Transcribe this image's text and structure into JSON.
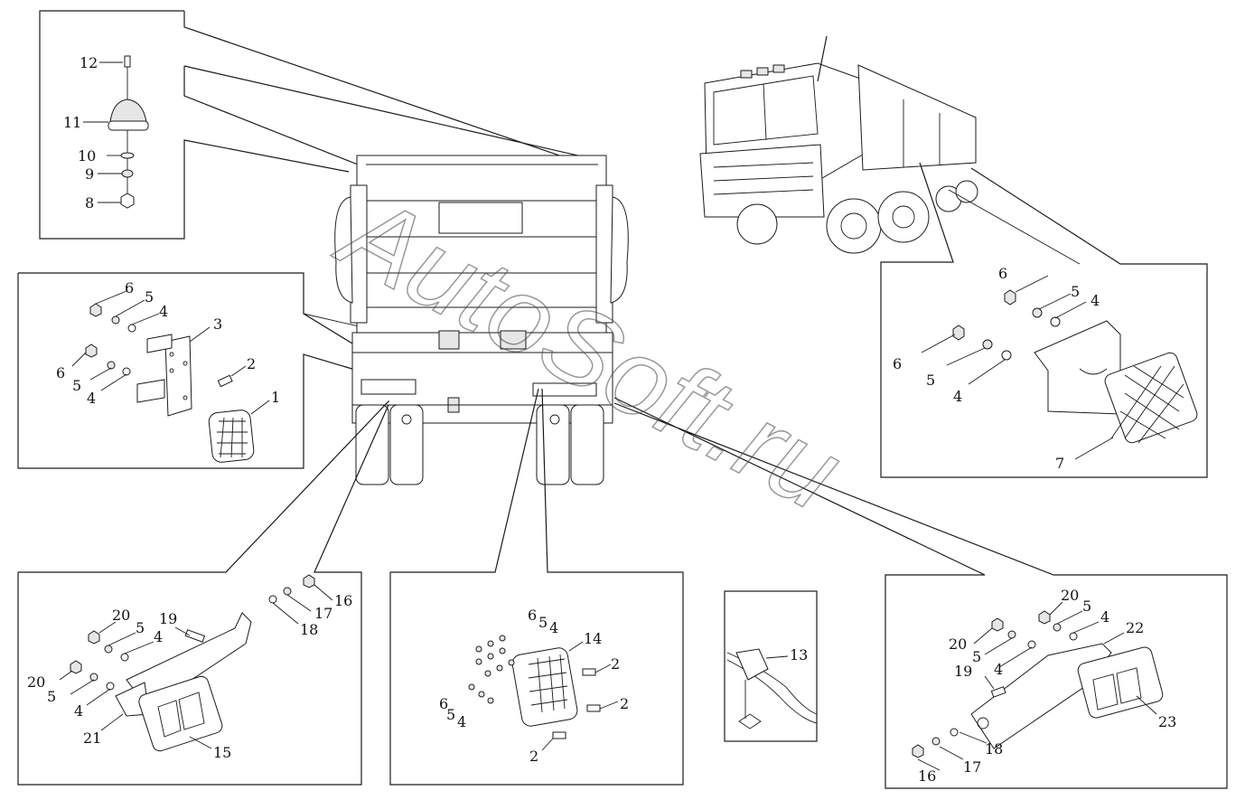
{
  "watermark": "AutoSoft.ru",
  "callouts": {
    "top_left": [
      "12",
      "11",
      "10",
      "9",
      "8"
    ],
    "middle_left": [
      "6",
      "5",
      "4",
      "3",
      "2",
      "6",
      "5",
      "4",
      "1"
    ],
    "right_panel": [
      "6",
      "5",
      "4",
      "6",
      "5",
      "4",
      "7"
    ],
    "bottom_left": [
      "20",
      "5",
      "4",
      "19",
      "17",
      "16",
      "18",
      "20",
      "5",
      "4",
      "21",
      "15"
    ],
    "bottom_center": [
      "6",
      "5",
      "4",
      "14",
      "2",
      "6",
      "5",
      "4",
      "2",
      "2"
    ],
    "bottom_small": [
      "13"
    ],
    "bottom_right": [
      "20",
      "5",
      "4",
      "22",
      "20",
      "5",
      "4",
      "19",
      "18",
      "16",
      "17",
      "23"
    ]
  }
}
